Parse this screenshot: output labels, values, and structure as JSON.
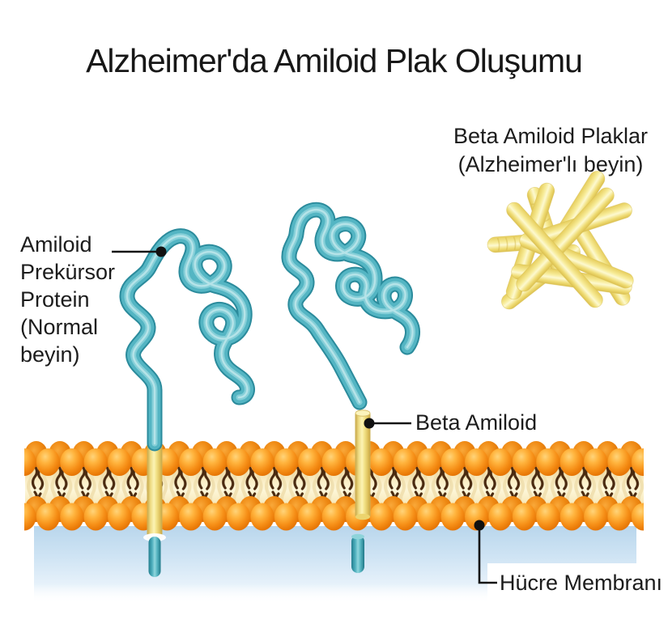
{
  "title": "Alzheimer'da Amiloid Plak Oluşumu",
  "labels": {
    "plaques": {
      "line1": "Beta Amiloid Plaklar",
      "line2": "(Alzheimer'lı beyin)"
    },
    "app": {
      "lines": [
        "Amiloid",
        "Prekürsor",
        "Protein",
        "(Normal",
        "beyin)"
      ]
    },
    "beta_amiloid": "Beta Amiloid",
    "membrane": "Hücre Membranı"
  },
  "colors": {
    "protein_teal": "#52b4c2",
    "membrane_orange": "#f68f17",
    "rod_yellow": "#f3e388",
    "water_blue": "#cfe4f4",
    "text": "#1c1c1c"
  }
}
